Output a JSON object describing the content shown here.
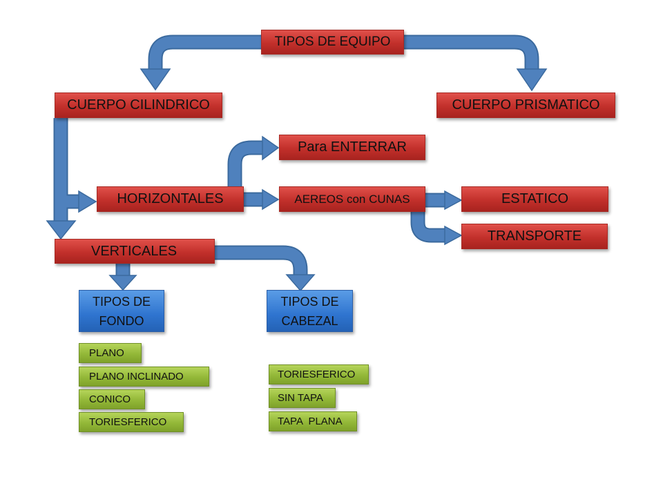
{
  "diagram": {
    "root": "TIPOS DE EQUIPO",
    "cuerpo_cilindrico": "CUERPO CILINDRICO",
    "cuerpo_prismatico": "CUERPO PRISMATICO",
    "horizontales": "HORIZONTALES",
    "para_enterrar": "Para ENTERRAR",
    "aereos": "AEREOS con CUNAS",
    "estatico": "ESTATICO",
    "transporte": "TRANSPORTE",
    "verticales": "VERTICALES",
    "tipos_fondo": "TIPOS DE FONDO",
    "tipos_cabezal": "TIPOS DE CABEZAL",
    "fondos": [
      "PLANO",
      "PLANO INCLINADO",
      "CONICO",
      "TORIESFERICO"
    ],
    "cabezales": [
      "TORIESFERICO",
      "SIN TAPA",
      "TAPA  PLANA"
    ]
  },
  "colors": {
    "red": "#c2302b",
    "blue": "#2f74cf",
    "green": "#93b838",
    "arrow": "#4f81bd"
  }
}
